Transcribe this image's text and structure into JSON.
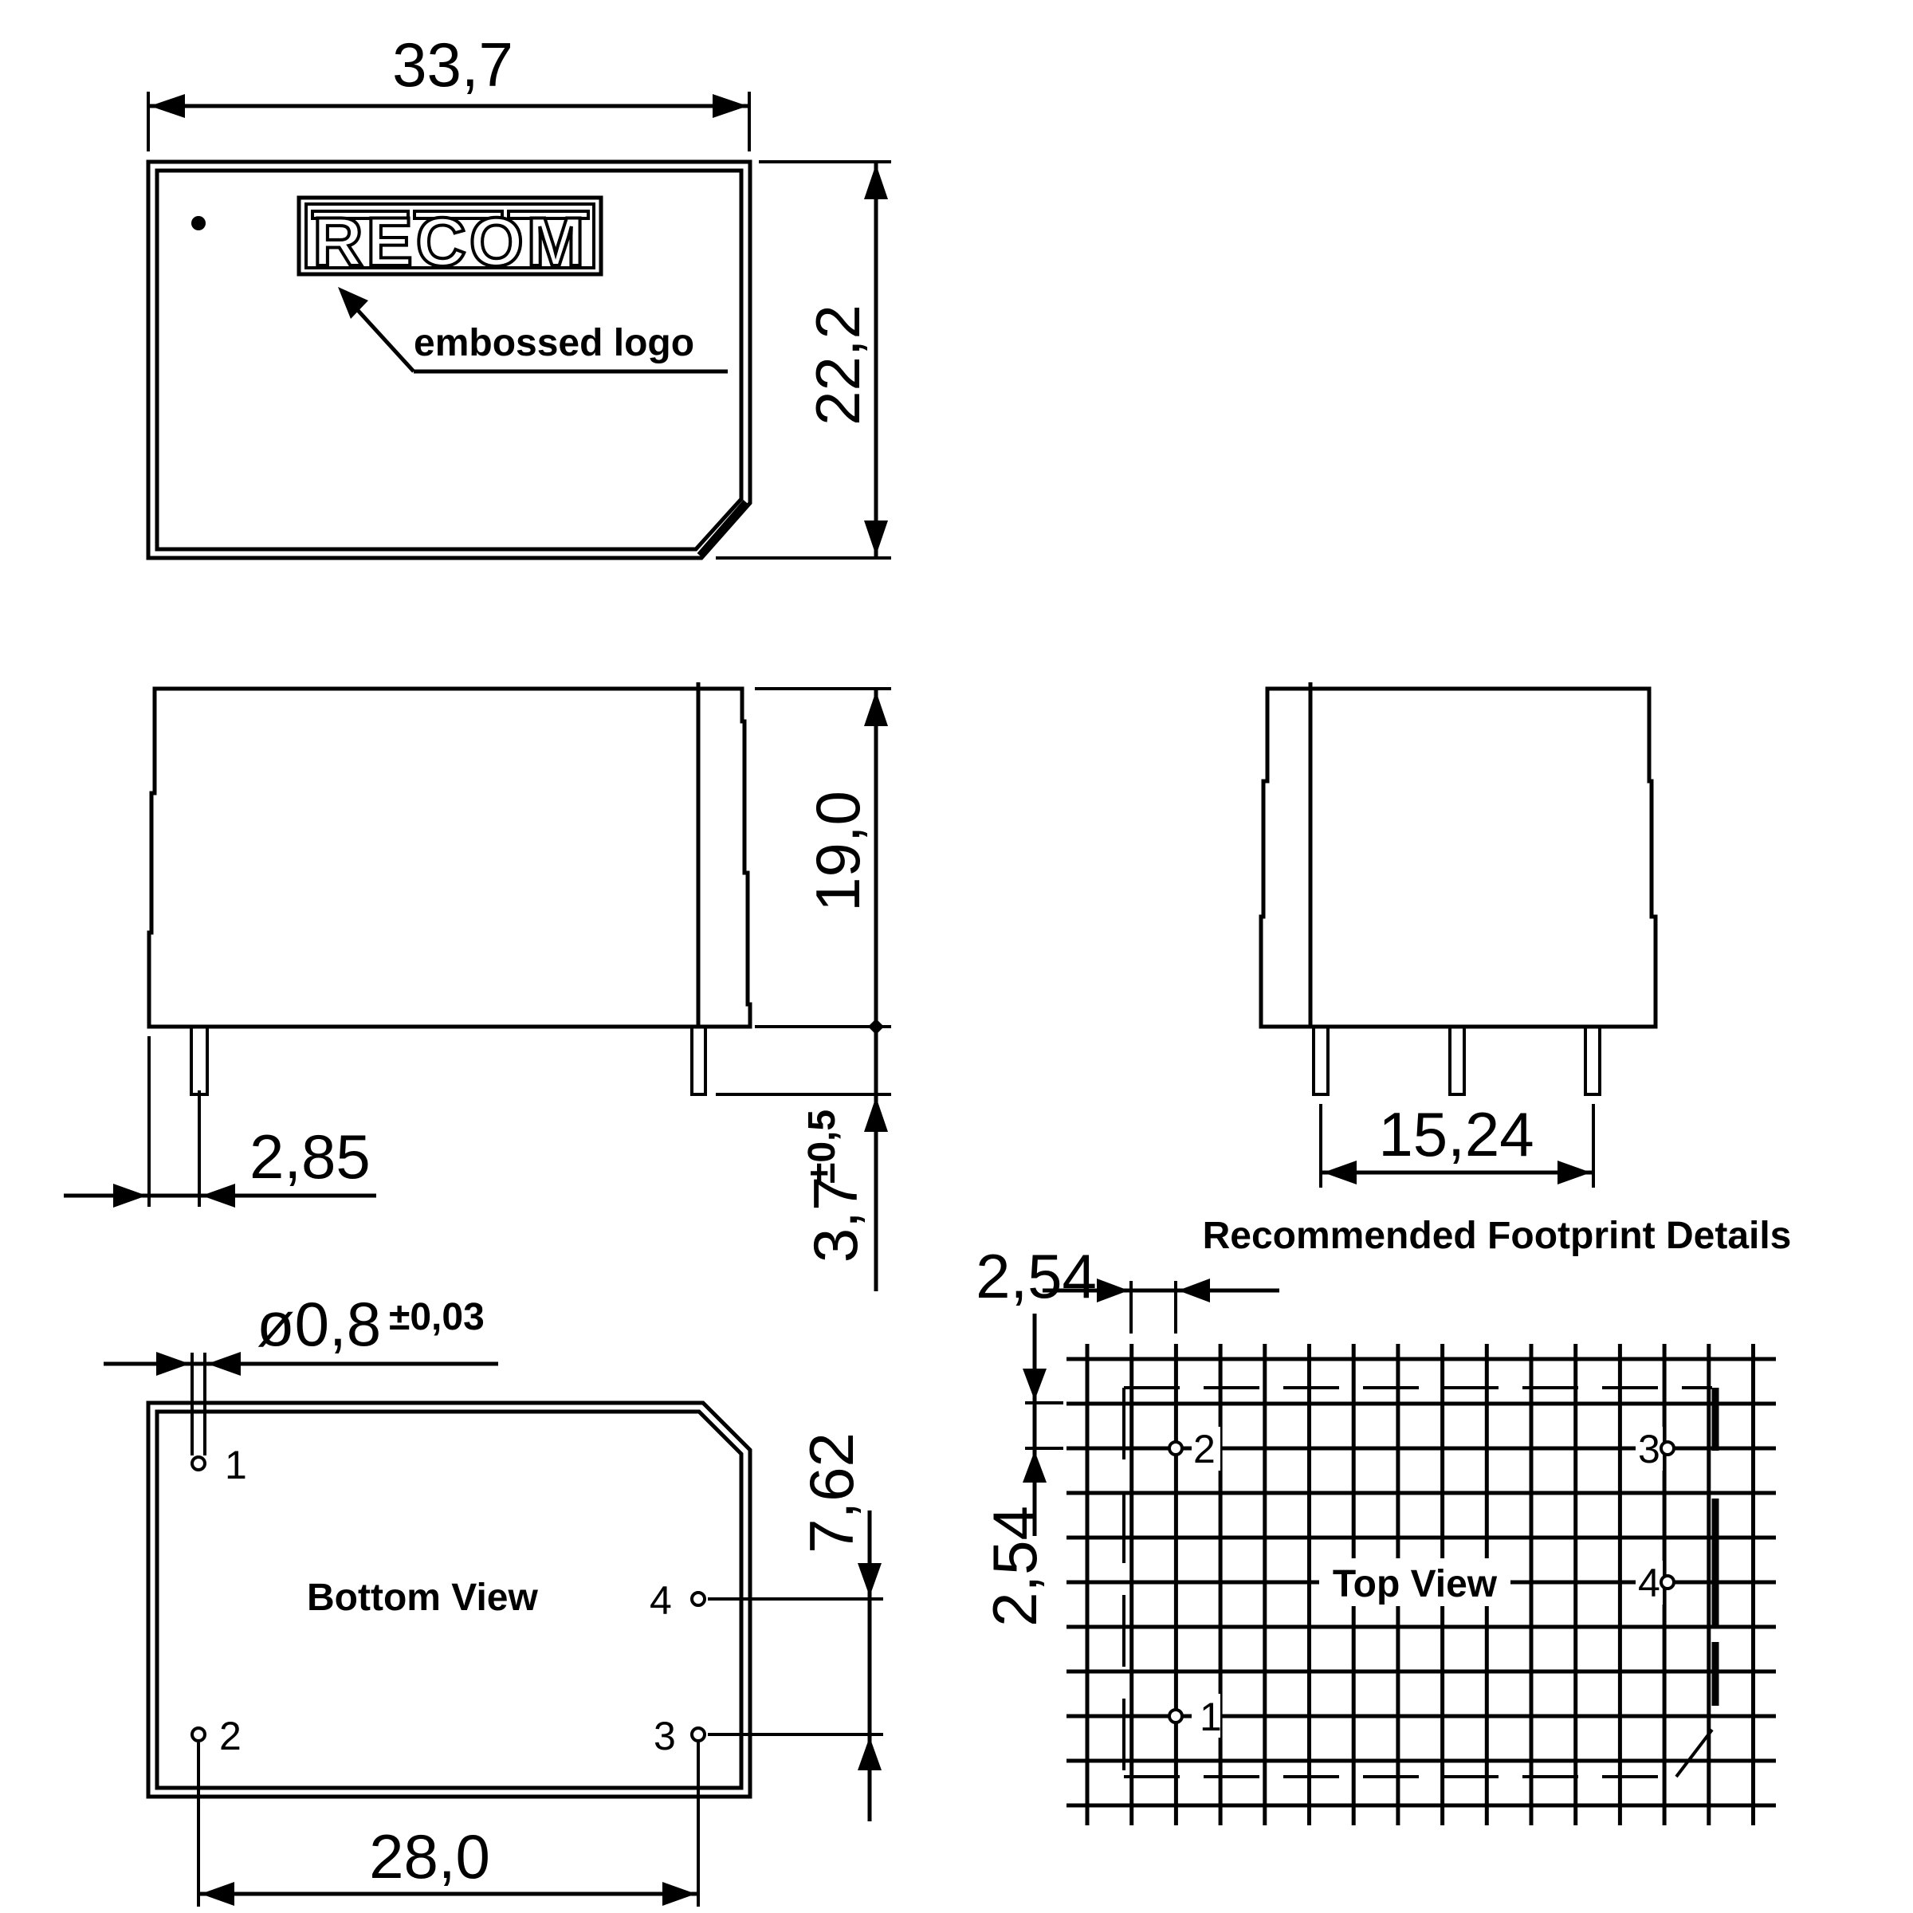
{
  "drawing": {
    "brand_logo": "RECOM",
    "annotations": {
      "embossed_logo": "embossed logo",
      "bottom_view": "Bottom View",
      "top_view": "Top View",
      "footprint_title": "Recommended Footprint Details"
    },
    "dimensions": {
      "length": "33,7",
      "width": "22,2",
      "height": "19,0",
      "pin_length": "3,7",
      "pin_length_tol": "±0,5",
      "pin_offset": "2,85",
      "pin_diameter": "ø0,8",
      "pin_diameter_tol": "±0,03",
      "pin_pitch_row": "28,0",
      "pin_pitch_col": "7,62",
      "end_pin_span": "15,24",
      "grid_pitch_x": "2,54",
      "grid_pitch_y": "2,54"
    },
    "bottom_view_pins": [
      {
        "label": "1"
      },
      {
        "label": "2"
      },
      {
        "label": "4"
      },
      {
        "label": "3"
      }
    ],
    "footprint_pins": [
      {
        "label": "2"
      },
      {
        "label": "3"
      },
      {
        "label": "4"
      },
      {
        "label": "1"
      }
    ],
    "colors": {
      "line": "#000000",
      "background": "#ffffff"
    }
  }
}
